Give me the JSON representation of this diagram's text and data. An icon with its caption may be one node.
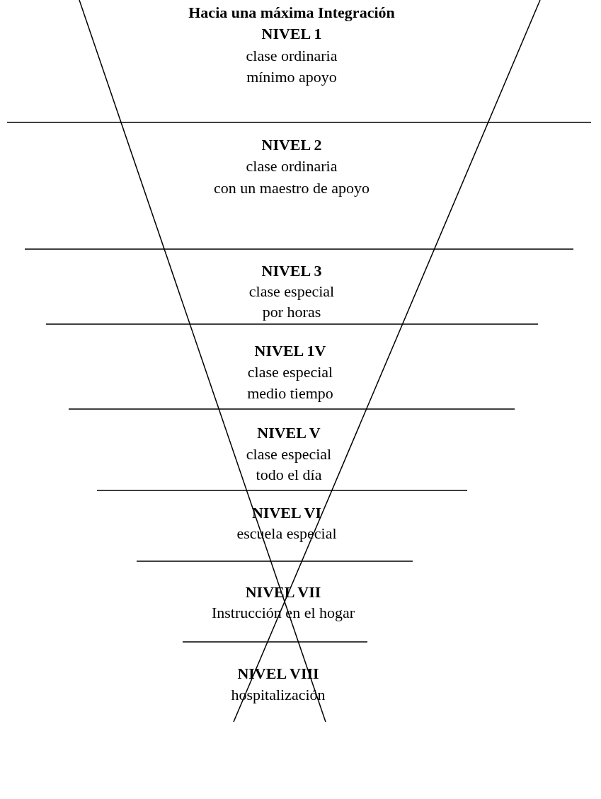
{
  "diagram": {
    "title": "Hacia una máxima Integración",
    "labels": [
      "NIVEL 1",
      "clase ordinaria",
      "mínimo apoyo",
      "NIVEL 2",
      "clase ordinaria",
      "con un maestro de apoyo",
      "NIVEL 3",
      "clase especial",
      "por horas",
      "NIVEL 1V",
      "clase especial",
      "medio tiempo",
      "NIVEL V",
      "clase especial",
      "todo el día",
      "NIVEL VI",
      "escuela especial",
      "NIVEL VII",
      "Instrucción en el hogar",
      "NIVEL VIII",
      "hospitalización"
    ]
  }
}
